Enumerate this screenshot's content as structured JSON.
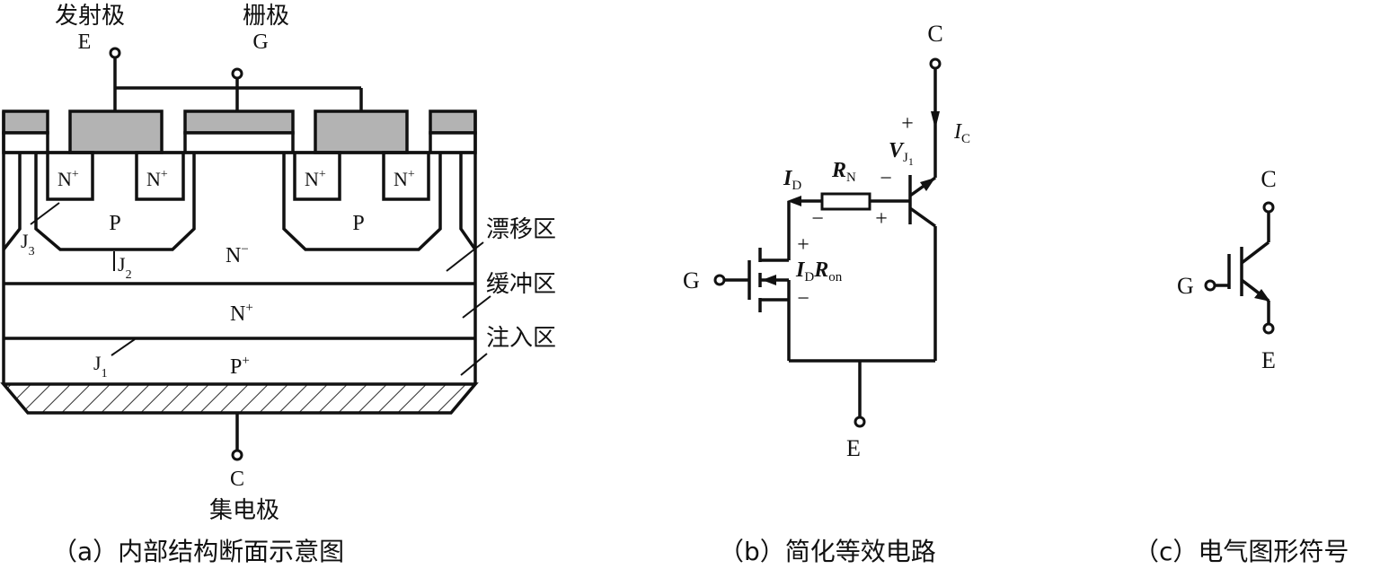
{
  "panel_a": {
    "emitter_label": "发射极",
    "emitter_letter": "E",
    "gate_label": "栅极",
    "gate_letter": "G",
    "collector_letter": "C",
    "collector_label": "集电极",
    "n_plus_label": "N",
    "plus_sup": "+",
    "p_label": "P",
    "n_minus_label": "N",
    "minus_sup": "−",
    "buffer_n_plus": "N",
    "injection_p_plus": "P",
    "j1": "J",
    "j1_sub": "1",
    "j2": "J",
    "j2_sub": "2",
    "j3": "J",
    "j3_sub": "3",
    "drift_region": "漂移区",
    "buffer_region": "缓冲区",
    "injection_region": "注入区",
    "caption": "（a）内部结构断面示意图"
  },
  "panel_b": {
    "collector": "C",
    "gate": "G",
    "emitter": "E",
    "ic": "I",
    "ic_sub": "C",
    "vj1": "V",
    "vj1_sub": "J",
    "vj1_sub2": "1",
    "rn": "R",
    "rn_sub": "N",
    "id": "I",
    "id_sub": "D",
    "idron_i": "I",
    "idron_d": "D",
    "idron_r": "R",
    "idron_on": "on",
    "plus": "+",
    "minus": "−",
    "caption": "（b）简化等效电路"
  },
  "panel_c": {
    "collector": "C",
    "gate": "G",
    "emitter": "E",
    "caption": "（c）电气图形符号"
  }
}
